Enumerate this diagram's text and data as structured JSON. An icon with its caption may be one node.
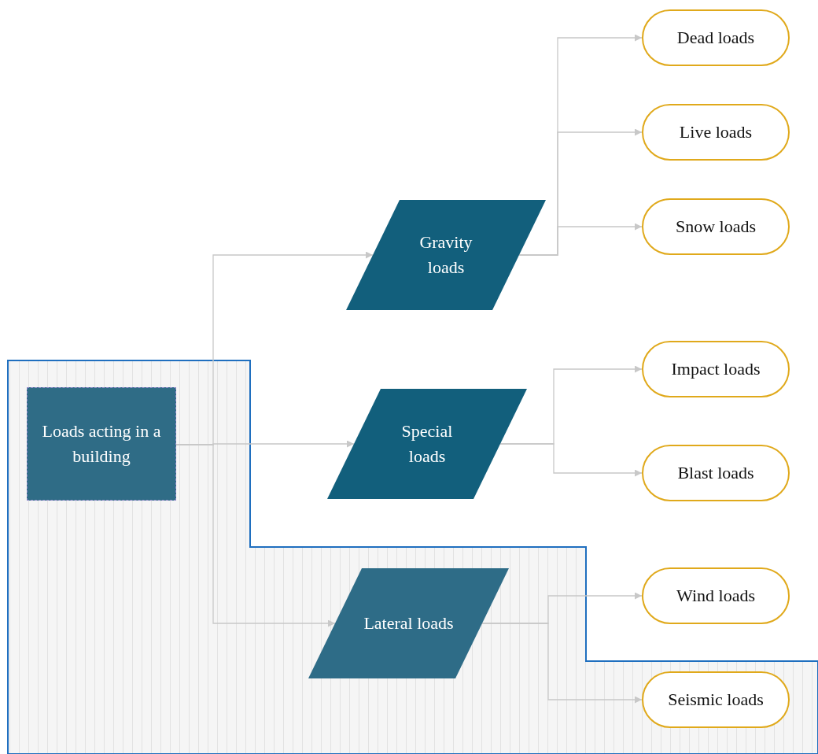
{
  "diagram": {
    "nodes": [
      {
        "text": [
          "Loads acting in a building"
        ]
      },
      {
        "text": [
          "Gravity loads"
        ]
      },
      {
        "text": [
          "Special loads"
        ]
      },
      {
        "text": [
          "Lateral loads"
        ]
      },
      {
        "text": [
          "Dead loads"
        ]
      },
      {
        "text": [
          "Live loads"
        ]
      },
      {
        "text": [
          "Snow loads"
        ]
      },
      {
        "text": [
          "Impact loads"
        ]
      },
      {
        "text": [
          "Blast loads"
        ]
      },
      {
        "text": [
          "Wind loads"
        ]
      },
      {
        "text": [
          "Seismic loads"
        ]
      }
    ],
    "edges": [
      {
        "from": 0,
        "to": 1,
        "arrow": "to"
      },
      {
        "from": 0,
        "to": 2,
        "arrow": "to"
      },
      {
        "from": 0,
        "to": 3,
        "arrow": "to"
      },
      {
        "from": 1,
        "to": 4,
        "arrow": "to"
      },
      {
        "from": 1,
        "to": 5,
        "arrow": "to"
      },
      {
        "from": 1,
        "to": 6,
        "arrow": "to"
      },
      {
        "from": 2,
        "to": 7,
        "arrow": "to"
      },
      {
        "from": 2,
        "to": 8,
        "arrow": "to"
      },
      {
        "from": 3,
        "to": 9,
        "arrow": "to"
      },
      {
        "from": 3,
        "to": 10,
        "arrow": "to"
      }
    ]
  }
}
